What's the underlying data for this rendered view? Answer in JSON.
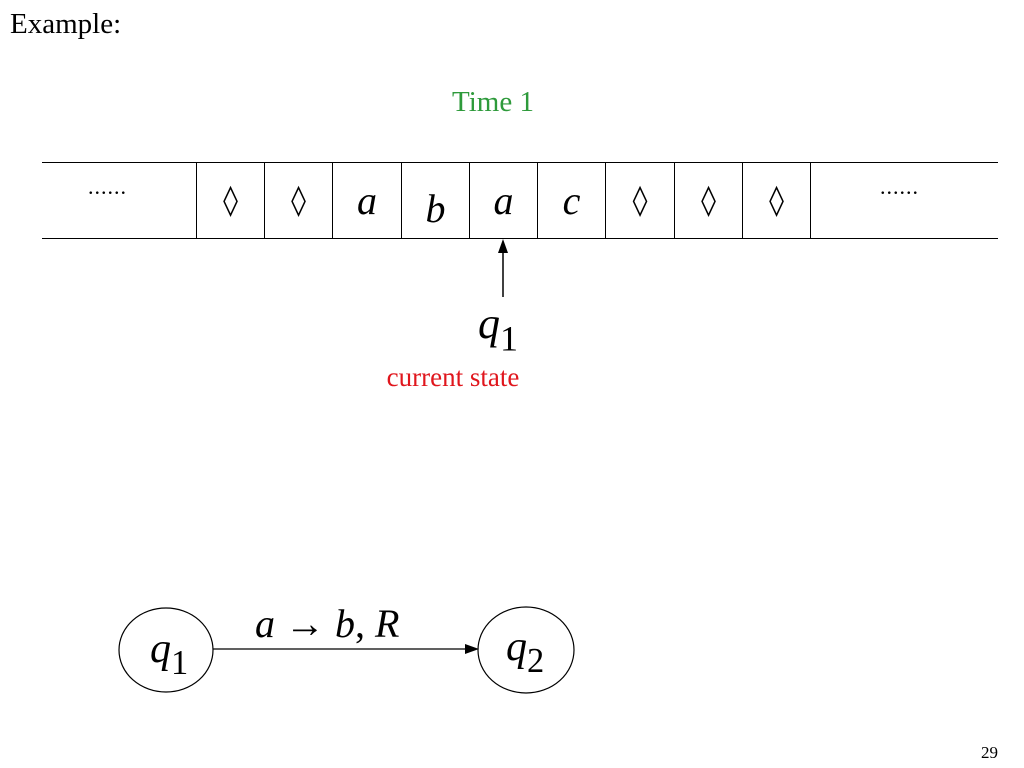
{
  "heading": "Example:",
  "time_label": "Time 1",
  "tape": {
    "left_ellipsis": "......",
    "right_ellipsis": "......",
    "cells": [
      "◊",
      "◊",
      "a",
      "b",
      "a",
      "c",
      "◊",
      "◊",
      "◊"
    ]
  },
  "head": {
    "state": "q",
    "state_index": "1",
    "caption": "current state"
  },
  "transition": {
    "from_state": "q",
    "from_index": "1",
    "to_state": "q",
    "to_index": "2",
    "read": "a",
    "arrow": "→",
    "write": "b",
    "comma": ",",
    "move": "R"
  },
  "page_number": "29",
  "colors": {
    "time_label": "#2e9a3b",
    "caption": "#e0161d",
    "ink": "#000000"
  }
}
